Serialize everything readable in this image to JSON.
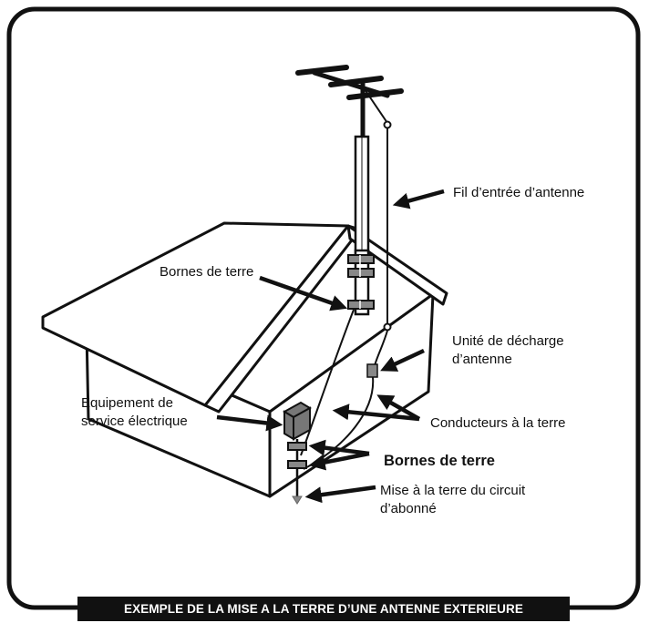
{
  "labels": {
    "lead_in_wire": "Fil d’entrée d’antenne",
    "ground_clamps_upper": "Bornes de terre",
    "discharge_unit_line1": "Unité de décharge",
    "discharge_unit_line2": "d’antenne",
    "service_equipment_line1": "Equipement de",
    "service_equipment_line2": "service électrique",
    "grounding_conductors": "Conducteurs à la terre",
    "ground_clamps_lower": "Bornes de terre",
    "power_service_ground_line1": "Mise à la terre du circuit",
    "power_service_ground_line2": "d’abonné"
  },
  "caption": "EXEMPLE DE LA MISE A LA TERRE D’UNE ANTENNE EXTERIEURE",
  "colors": {
    "line": "#111111",
    "fill": "#ffffff",
    "clamp": "#888888",
    "caption_bg": "#111111",
    "caption_text": "#ffffff"
  }
}
